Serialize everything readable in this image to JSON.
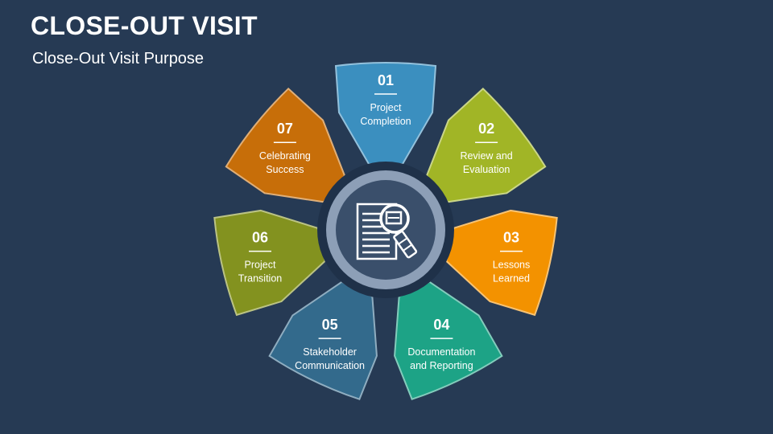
{
  "header": {
    "title": "CLOSE-OUT VISIT",
    "subtitle": "Close-Out Visit Purpose"
  },
  "center_icon": "document-search-icon",
  "petals": [
    {
      "number": "01",
      "lines": [
        "Project",
        "Completion"
      ],
      "color": "#3b8fbf"
    },
    {
      "number": "02",
      "lines": [
        "Review and",
        "Evaluation"
      ],
      "color": "#a1b526"
    },
    {
      "number": "03",
      "lines": [
        "Lessons",
        "Learned"
      ],
      "color": "#f39200"
    },
    {
      "number": "04",
      "lines": [
        "Documentation",
        "and Reporting"
      ],
      "color": "#1da386"
    },
    {
      "number": "05",
      "lines": [
        "Stakeholder",
        "Communication"
      ],
      "color": "#336a8c"
    },
    {
      "number": "06",
      "lines": [
        "Project",
        "Transition"
      ],
      "color": "#83921f"
    },
    {
      "number": "07",
      "lines": [
        "Celebrating",
        "Success"
      ],
      "color": "#c76e09"
    }
  ]
}
